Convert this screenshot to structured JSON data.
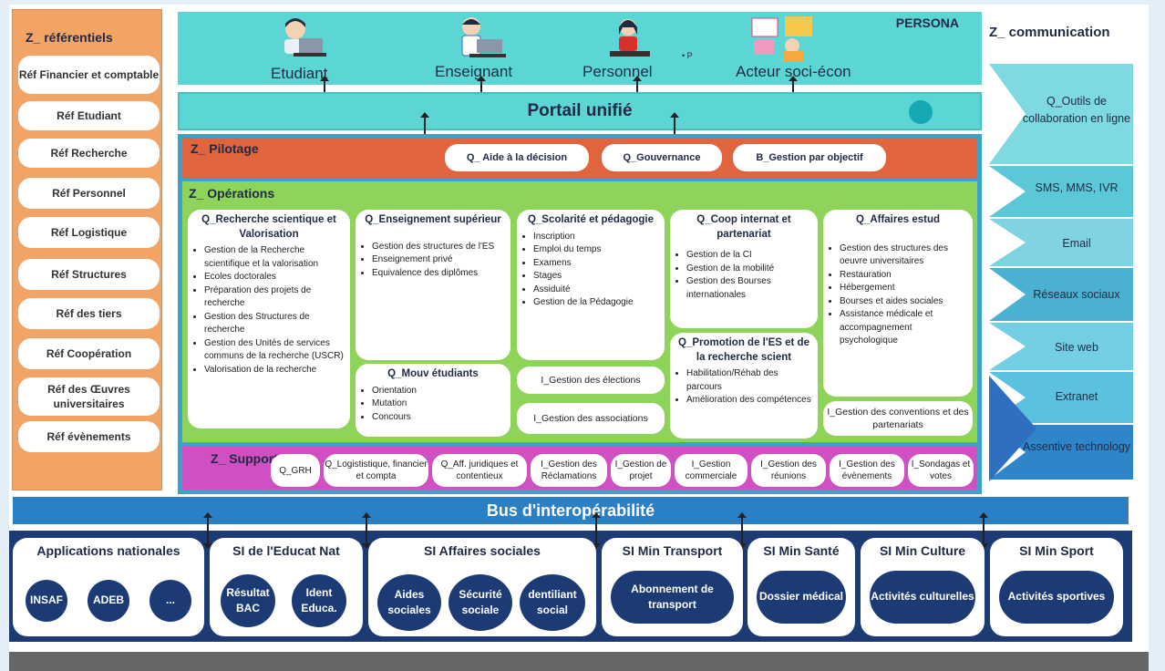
{
  "left": {
    "title": "Z_ référentiels",
    "items": [
      "Réf Financier et comptable",
      "Réf Etudiant",
      "Réf Recherche",
      "Réf Personnel",
      "Réf Logistique",
      "Réf Structures",
      "Réf des tiers",
      "Réf Coopération",
      "Réf des Œuvres universitaires",
      "Réf évènements"
    ]
  },
  "persona": {
    "title": "PERSONA",
    "items": [
      "Etudiant",
      "Enseignant",
      "Personnel",
      "Acteur soci-écon"
    ],
    "dot": "• P"
  },
  "portail": "Portail unifié",
  "pilotage": {
    "title": "Z_ Pilotage",
    "items": [
      "Q_ Aide à la décision",
      "Q_Gouvernance",
      "B_Gestion par objectif"
    ]
  },
  "operations": {
    "title": "Z_ Opérations",
    "cards": [
      {
        "title": "Q_Recherche scientique et Valorisation",
        "items": [
          "Gestion de la Recherche scientifique et la valorisation",
          "Ecoles doctorales",
          "Préparation des projets de recherche",
          "Gestion des Structures de recherche",
          "Gestion des Unités de services communs de la recherche (USCR)",
          "Valorisation de la recherche"
        ]
      },
      {
        "title": "Q_Enseignement supérieur",
        "items": [
          "Gestion des structures de l'ES",
          "Enseignement privé",
          "Equivalence des diplômes"
        ]
      },
      {
        "title": "Q_Mouv étudiants",
        "items": [
          "Orientation",
          "Mutation",
          "Concours"
        ]
      },
      {
        "title": "Q_Scolarité et pédagogie",
        "items": [
          "Inscription",
          "Emploi du temps",
          "Examens",
          "Stages",
          "Assiduité",
          "Gestion de la Pédagogie"
        ]
      },
      {
        "title": "Q_Coop internat et partenariat",
        "items": [
          "Gestion de la CI",
          "Gestion de la mobilité",
          "Gestion des Bourses internationales"
        ]
      },
      {
        "title": "Q_Promotion de l'ES et de la recherche scient",
        "items": [
          "Habilitation/Réhab des parcours",
          "Amélioration des compétences"
        ]
      },
      {
        "title": "Q_Affaires estud",
        "items": [
          "Gestion des structures des oeuvre universitaires",
          "Restauration",
          "Hébergement",
          "Bourses et aides sociales",
          "Assistance médicale et accompagnement psychologique"
        ]
      }
    ],
    "small": [
      "I_Gestion des élections",
      "I_Gestion des associations",
      "I_Gestion des conventions et des partenariats"
    ]
  },
  "support": {
    "title": "Z_ Support",
    "items": [
      "Q_GRH",
      "Q_Logististique, financier et compta",
      "Q_Aff. juridiques et contentieux",
      "I_Gestion des Réclamations",
      "I_Gestion de projet",
      "I_Gestion commerciale",
      "I_Gestion des réunions",
      "I_Gestion des évènements",
      "I_Sondagas et votes"
    ]
  },
  "communication": {
    "title": "Z_ communication",
    "items": [
      "Q_Outils de collaboration en ligne",
      "SMS, MMS, IVR",
      "Email",
      "Réseaux sociaux",
      "Site web",
      "Extranet",
      "Assentive technology"
    ]
  },
  "bus": "Bus d'interopérabilité",
  "systems": [
    {
      "title": "Applications nationales",
      "nodes": [
        "INSAF",
        "ADEB",
        "..."
      ]
    },
    {
      "title": "SI de l'Educat Nat",
      "nodes": [
        "Résultat BAC",
        "Ident Educa."
      ]
    },
    {
      "title": "SI Affaires sociales",
      "nodes": [
        "Aides sociales",
        "Sécurité sociale",
        "dentiliant social"
      ]
    },
    {
      "title": "SI Min Transport",
      "nodes": [
        "Abonnement de transport"
      ]
    },
    {
      "title": "SI Min Santé",
      "nodes": [
        "Dossier médical"
      ]
    },
    {
      "title": "SI Min Culture",
      "nodes": [
        "Activités culturelles"
      ]
    },
    {
      "title": "SI Min Sport",
      "nodes": [
        "Activités sportives"
      ]
    }
  ],
  "colors": {
    "referentiels": "#f2a366",
    "persona": "#5cd6d4",
    "pilotage": "#e0653e",
    "operations": "#8fd45a",
    "support": "#d04fc2",
    "bus": "#2b7fc4",
    "si": "#1c3b75"
  }
}
